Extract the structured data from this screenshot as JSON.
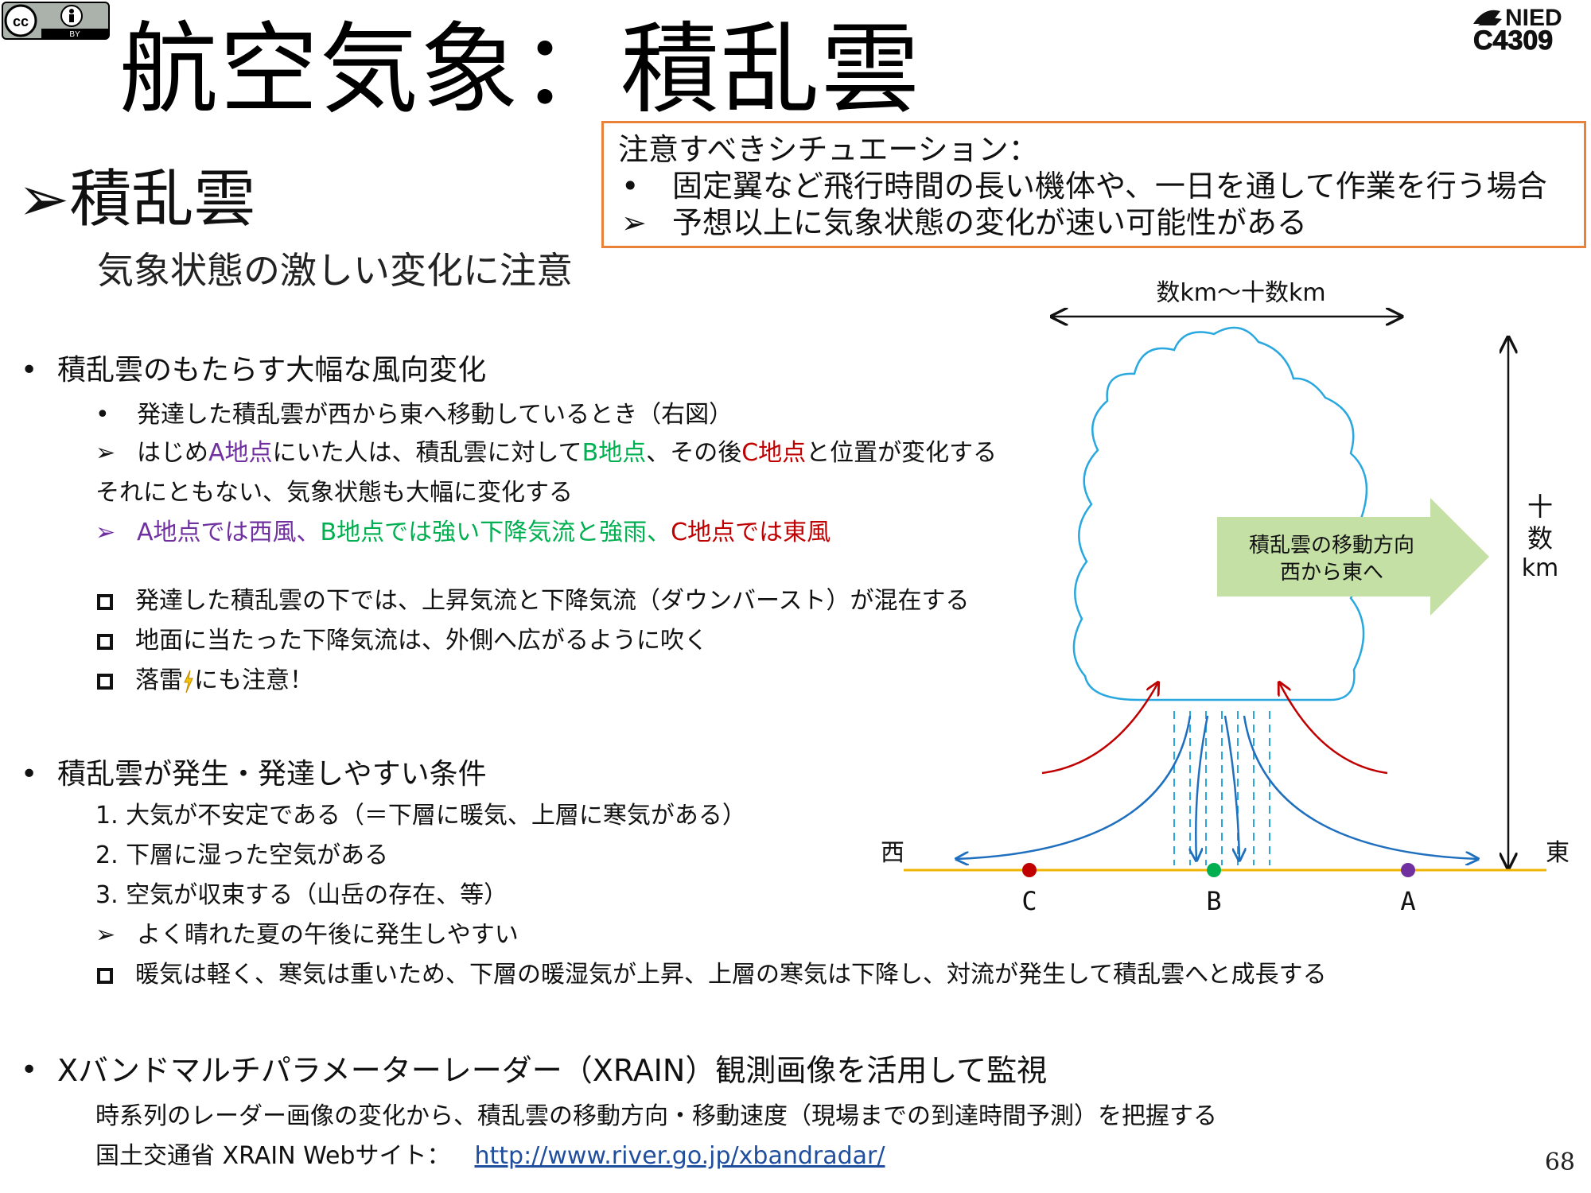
{
  "license_badge": {
    "text": "BY",
    "icon": "creative-commons-by-icon"
  },
  "logo": {
    "line1": "NIED",
    "line2": "C4309"
  },
  "title": "航空気象：積乱雲",
  "alert_box": {
    "heading": "注意すべきシチュエーション：",
    "items": [
      {
        "marker": "•",
        "text": "固定翼など飛行時間の長い機体や、一日を通して作業を行う場合"
      },
      {
        "marker": "➢",
        "text": "予想以上に気象状態の変化が速い可能性がある"
      }
    ],
    "border_color": "#e8813a"
  },
  "section": {
    "marker": "➢",
    "heading": "積乱雲",
    "subheading": "気象状態の激しい変化に注意"
  },
  "wind_change": {
    "bullet": "•",
    "heading": "積乱雲のもたらす大幅な風向変化",
    "line1": {
      "marker": "•",
      "text": "発達した積乱雲が西から東へ移動しているとき（右図）"
    },
    "line2": {
      "marker": "➢",
      "p1": "はじめ",
      "p2": "A地点",
      "p3": "にいた人は、積乱雲に対して",
      "p4": "B地点",
      "p5": "、その後",
      "p6": "C地点",
      "p7": "と位置が変化する"
    },
    "line3": "それにともない、気象状態も大幅に変化する",
    "line4": {
      "marker": "➢",
      "p1": "A地点では西風",
      "p2": "、",
      "p3": "B地点では強い下降気流と強雨",
      "p4": "、",
      "p5": "C地点では東風"
    },
    "notes": [
      "発達した積乱雲の下では、上昇気流と下降気流（ダウンバースト）が混在する",
      "地面に当たった下降気流は、外側へ広がるように吹く"
    ],
    "lightning_note": {
      "before": "落雷",
      "icon": "lightning-icon",
      "after": "にも注意！"
    }
  },
  "conditions": {
    "bullet": "•",
    "heading": "積乱雲が発生・発達しやすい条件",
    "items": [
      "1. 大気が不安定である（＝下層に暖気、上層に寒気がある）",
      "2. 下層に湿った空気がある",
      "3. 空気が収束する（山岳の存在、等）"
    ],
    "tip": {
      "marker": "➢",
      "text": "よく晴れた夏の午後に発生しやすい"
    },
    "note": "暖気は軽く、寒気は重いため、下層の暖湿気が上昇、上層の寒気は下降し、対流が発生して積乱雲へと成長する"
  },
  "radar": {
    "bullet": "•",
    "heading": "Xバンドマルチパラメーターレーダー（XRAIN）観測画像を活用して監視",
    "line1": "時系列のレーダー画像の変化から、積乱雲の移動方向・移動速度（現場までの到達時間予測）を把握する",
    "line2_label": "国土交通省 XRAIN Webサイト：",
    "link": "http://www.river.go.jp/xbandradar/"
  },
  "diagram": {
    "width_label": "数km〜十数km",
    "height_label": [
      "十",
      "数",
      "km"
    ],
    "arrow_label": [
      "積乱雲の移動方向",
      "西から東へ"
    ],
    "west": "西",
    "east": "東",
    "points": [
      {
        "label": "C",
        "color": "#c00000"
      },
      {
        "label": "B",
        "color": "#00b050"
      },
      {
        "label": "A",
        "color": "#7030a0"
      }
    ],
    "colors": {
      "cloud": "#29a8e0",
      "updraft": "#c00000",
      "downdraft": "#1f6fbf",
      "ground": "#f0b400",
      "move_arrow": "#c5e0a5"
    }
  },
  "page_number": "68"
}
